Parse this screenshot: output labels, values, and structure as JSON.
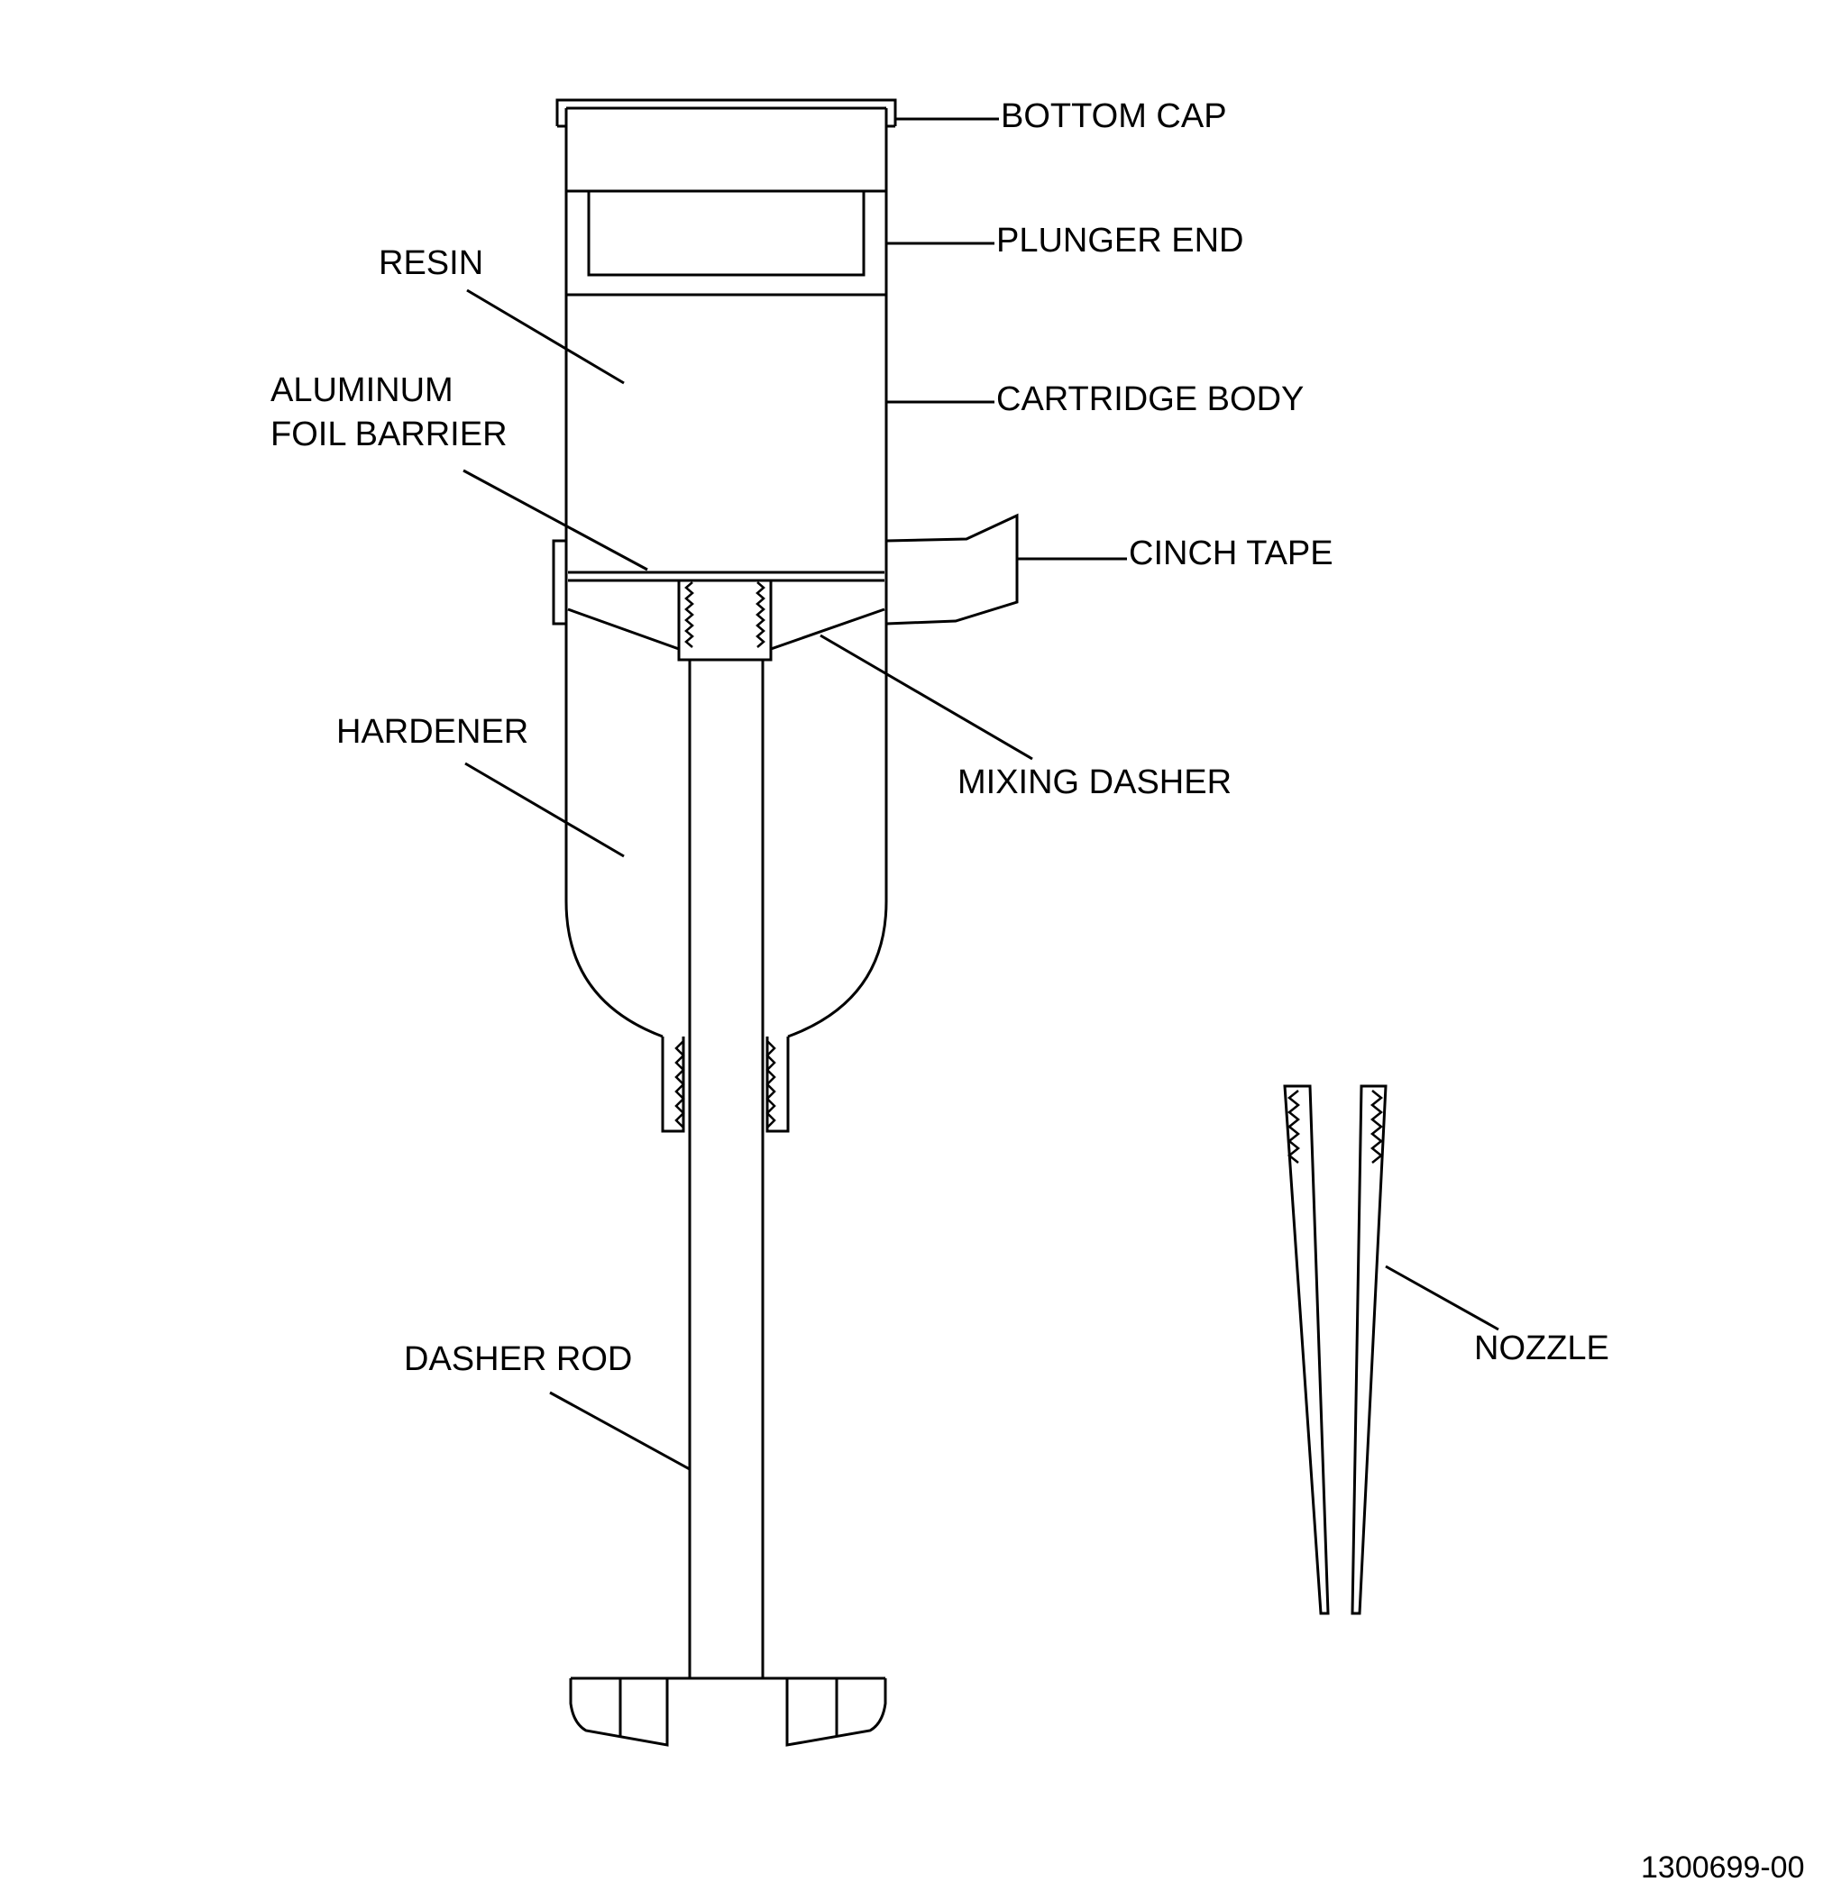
{
  "labels": {
    "bottom_cap": "BOTTOM CAP",
    "plunger_end": "PLUNGER END",
    "cartridge_body": "CARTRIDGE BODY",
    "cinch_tape": "CINCH TAPE",
    "mixing_dasher": "MIXING DASHER",
    "resin": "RESIN",
    "aluminum_foil_line1": "ALUMINUM",
    "aluminum_foil_line2": "FOIL BARRIER",
    "hardener": "HARDENER",
    "dasher_rod": "DASHER ROD",
    "nozzle": "NOZZLE"
  },
  "reference_number": "1300699-00"
}
